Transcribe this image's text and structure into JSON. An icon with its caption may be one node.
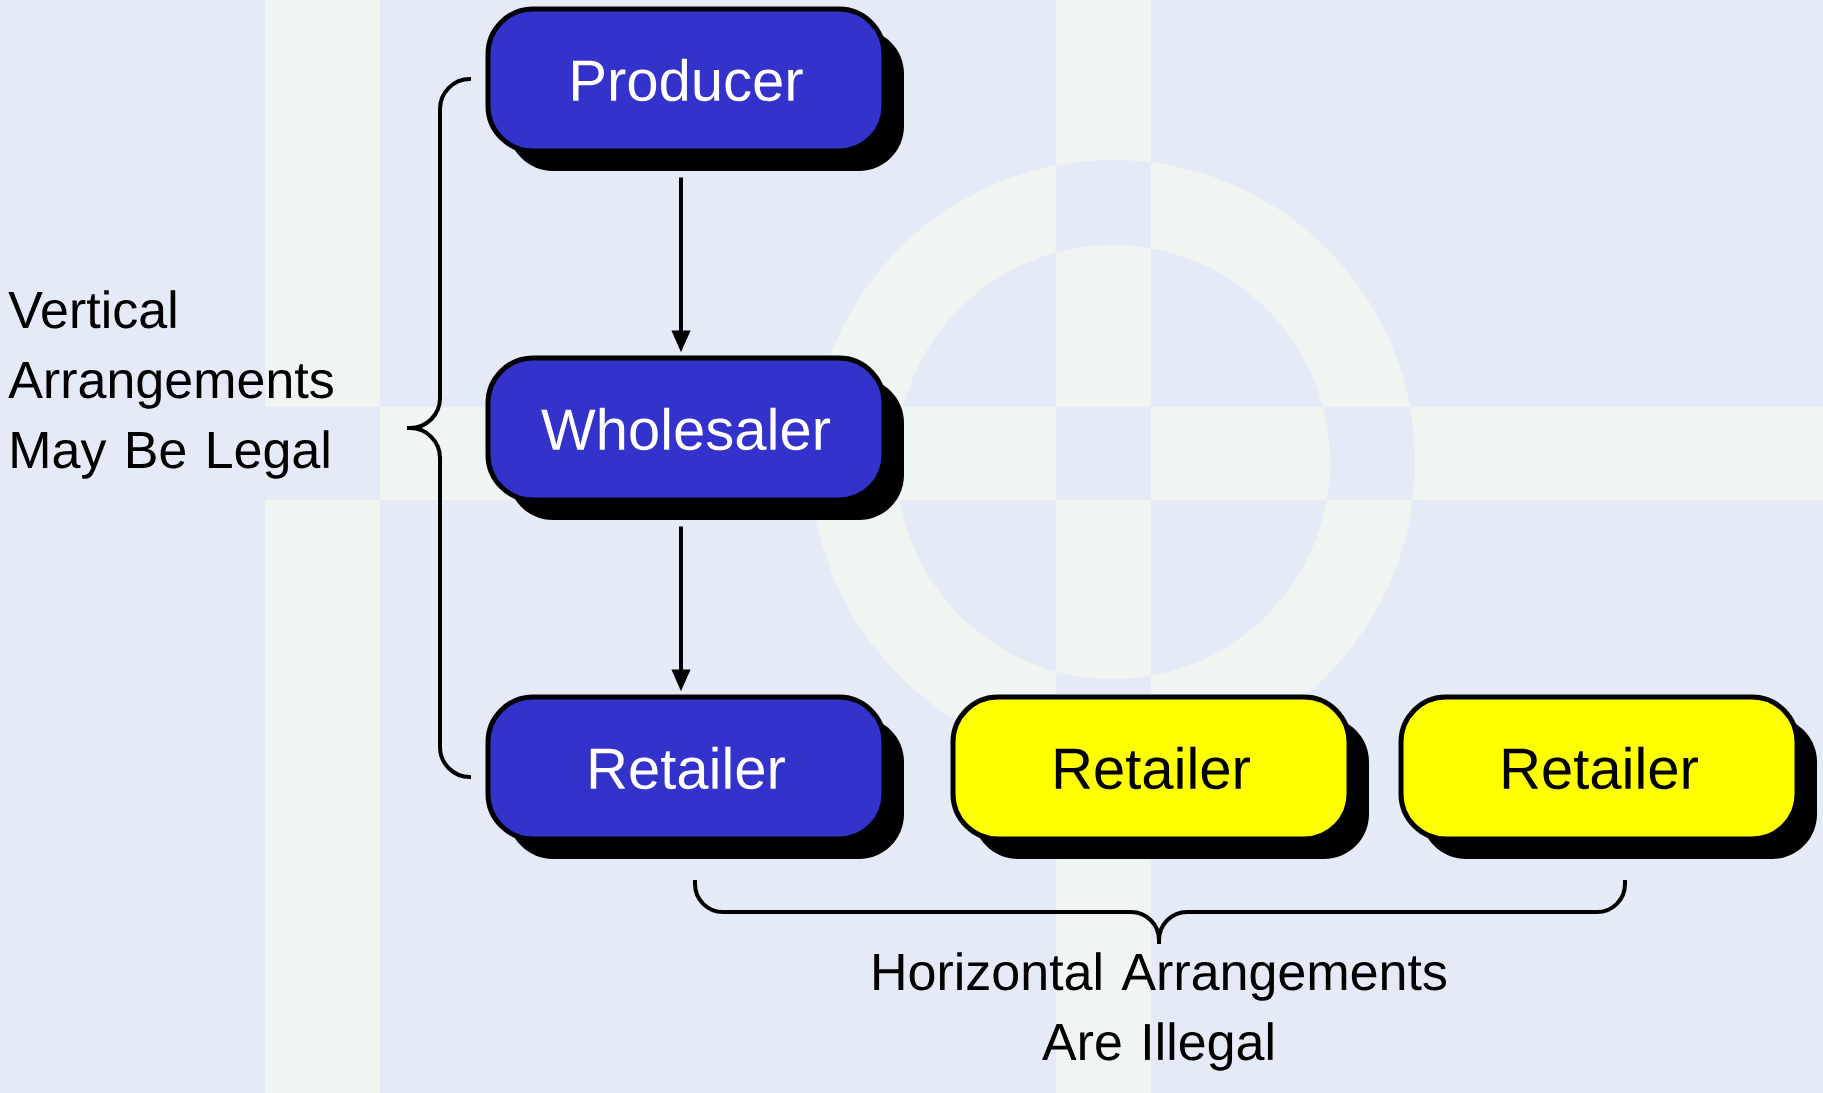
{
  "diagram": {
    "nodes": [
      {
        "text": [
          "Producer"
        ]
      },
      {
        "text": [
          "Wholesaler"
        ]
      },
      {
        "text": [
          "Retailer"
        ]
      },
      {
        "text": [
          "Retailer"
        ]
      },
      {
        "text": [
          "Retailer"
        ]
      }
    ],
    "edges": [
      {
        "from": 0,
        "to": 1,
        "arrow": "to"
      },
      {
        "from": 1,
        "to": 2,
        "arrow": "to"
      }
    ],
    "labels": [
      "Vertical Arrangements May Be Legal",
      "Horizontal Arrangements Are Illegal"
    ]
  }
}
